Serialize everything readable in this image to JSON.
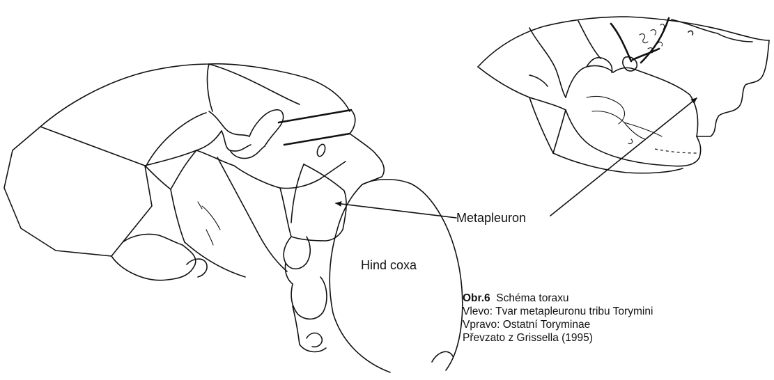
{
  "labels": {
    "metapleuron": "Metapleuron",
    "hind_coxa": "Hind coxa"
  },
  "caption": {
    "figure_number": "Obr.6",
    "title": "Schéma toraxu",
    "line_left": "Vlevo: Tvar metapleuronu tribu Torymini",
    "line_right": "Vpravo: Ostatní Toryminae",
    "line_source": "Převzato z Grissella (1995)"
  }
}
